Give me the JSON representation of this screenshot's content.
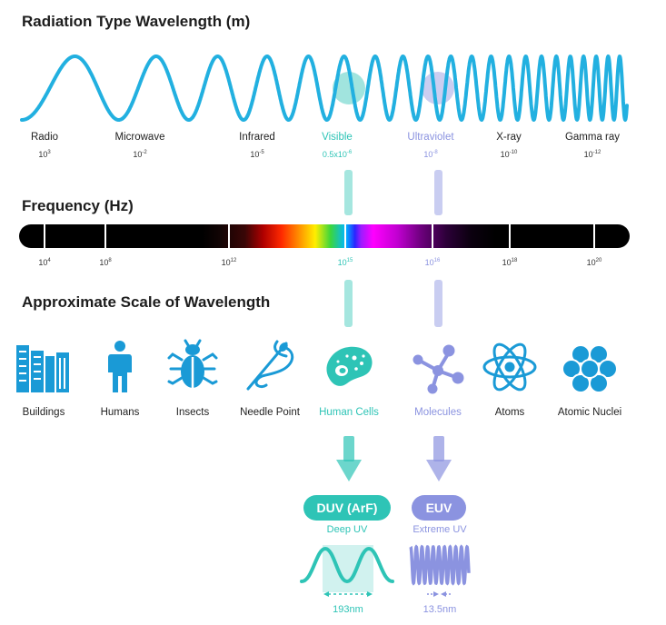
{
  "headings": {
    "wavelength": "Radiation Type Wavelength (m)",
    "frequency": "Frequency (Hz)",
    "scale": "Approximate Scale of Wavelength"
  },
  "radiation": [
    {
      "name": "Radio",
      "base": "10",
      "exp": "3"
    },
    {
      "name": "Microwave",
      "base": "10",
      "exp": "-2"
    },
    {
      "name": "Infrared",
      "base": "10",
      "exp": "-5"
    },
    {
      "name": "Visible",
      "base": "0.5x10",
      "exp": "-6"
    },
    {
      "name": "Ultraviolet",
      "base": "10",
      "exp": "-8"
    },
    {
      "name": "X-ray",
      "base": "10",
      "exp": "-10"
    },
    {
      "name": "Gamma ray",
      "base": "10",
      "exp": "-12"
    }
  ],
  "frequencies": [
    {
      "base": "10",
      "exp": "4"
    },
    {
      "base": "10",
      "exp": "8"
    },
    {
      "base": "10",
      "exp": "12"
    },
    {
      "base": "10",
      "exp": "15"
    },
    {
      "base": "10",
      "exp": "16"
    },
    {
      "base": "10",
      "exp": "18"
    },
    {
      "base": "10",
      "exp": "20"
    }
  ],
  "scale_items": [
    {
      "label": "Buildings",
      "icon": "buildings-icon"
    },
    {
      "label": "Humans",
      "icon": "human-icon"
    },
    {
      "label": "Insects",
      "icon": "insect-icon"
    },
    {
      "label": "Needle Point",
      "icon": "needle-icon"
    },
    {
      "label": "Human Cells",
      "icon": "cell-icon"
    },
    {
      "label": "Molecules",
      "icon": "molecule-icon"
    },
    {
      "label": "Atoms",
      "icon": "atom-icon"
    },
    {
      "label": "Atomic Nuclei",
      "icon": "nucleus-icon"
    }
  ],
  "duv": {
    "title": "DUV (ArF)",
    "subtitle": "Deep UV",
    "wavelength": "193nm"
  },
  "euv": {
    "title": "EUV",
    "subtitle": "Extreme UV",
    "wavelength": "13.5nm"
  },
  "colors": {
    "wave": "#22b0e0",
    "teal": "#2ec4b6",
    "lavender": "#8b93e0",
    "icon_blue": "#1a9ad6"
  }
}
